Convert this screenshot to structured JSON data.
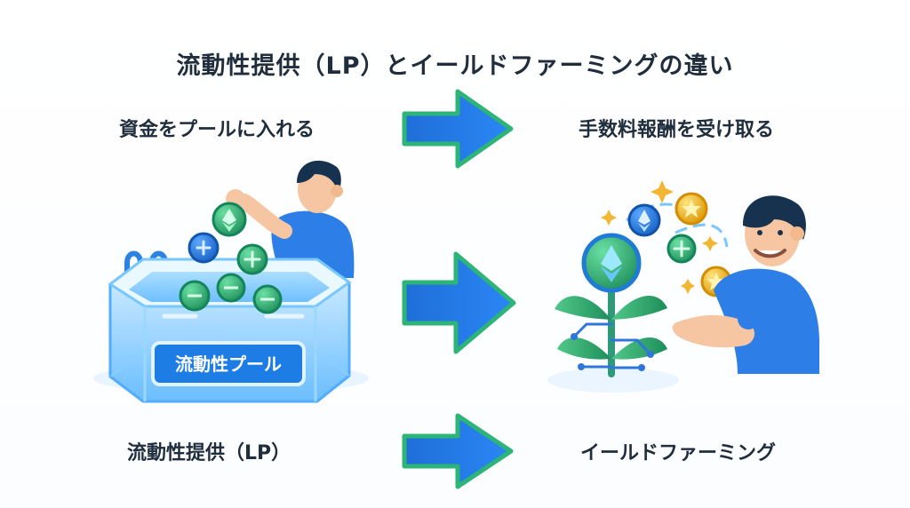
{
  "title": "流動性提供（LP）とイールドファーミングの違い",
  "labels": {
    "top_left": "資金をプールに入れる",
    "top_right": "手数料報酬を受け取る",
    "bottom_left": "流動性提供（LP）",
    "bottom_right": "イールドファーミング",
    "pool": "流動性プール"
  },
  "colors": {
    "text": "#1f2d3d",
    "arrow_blue": "#1e74db",
    "arrow_green": "#2ea86b",
    "pool_blue": "#58b8ff",
    "plant_green": "#2e9d6b",
    "coin_green": "#2aa16a",
    "coin_gold": "#f2b632",
    "coin_blue": "#1f78da",
    "person_shirt": "#2e7ee8"
  },
  "icons": {
    "arrow": "right-arrow-icon",
    "coin": "ethereum-coin-icon",
    "star": "star-coin-icon"
  }
}
